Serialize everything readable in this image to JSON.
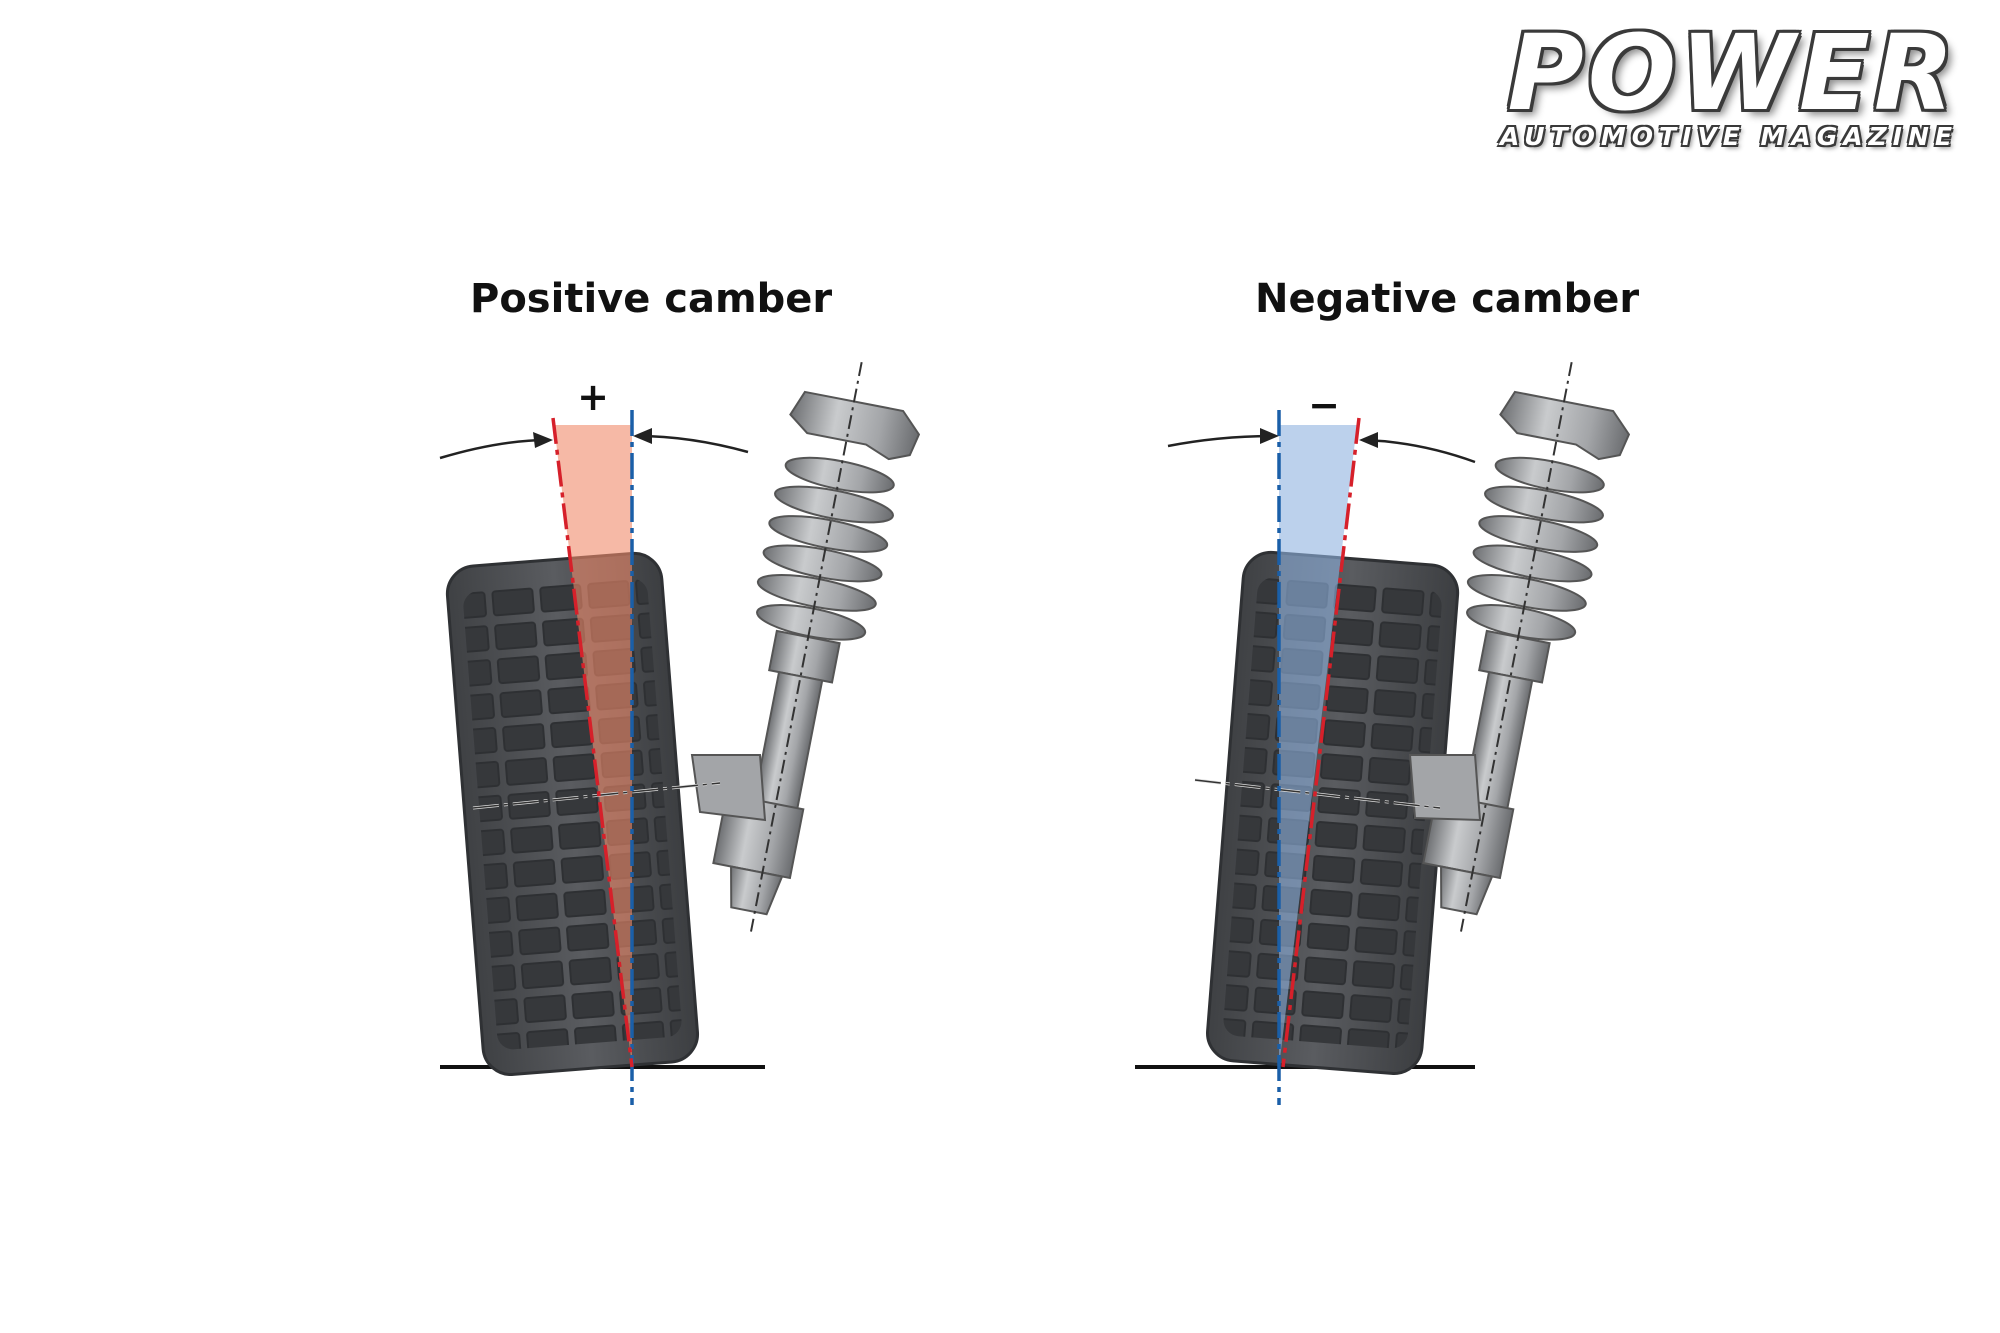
{
  "brand": {
    "name": "POWER",
    "tagline": "AUTOMOTIVE MAGAZINE"
  },
  "panels": [
    {
      "title": "Positive camber",
      "sign": "+",
      "wedge_color": "#f08a6a",
      "tilted_axis_color": "#d6202a",
      "vertical_axis_color": "#1a5fa8"
    },
    {
      "title": "Negative camber",
      "sign": "−",
      "wedge_color": "#8fb3e0",
      "tilted_axis_color": "#d6202a",
      "vertical_axis_color": "#1a5fa8"
    }
  ],
  "colors": {
    "tire": "#4d4f52",
    "tire_tread": "#3a3c3f",
    "strut": "#9a9c9f",
    "ground": "#111111"
  }
}
